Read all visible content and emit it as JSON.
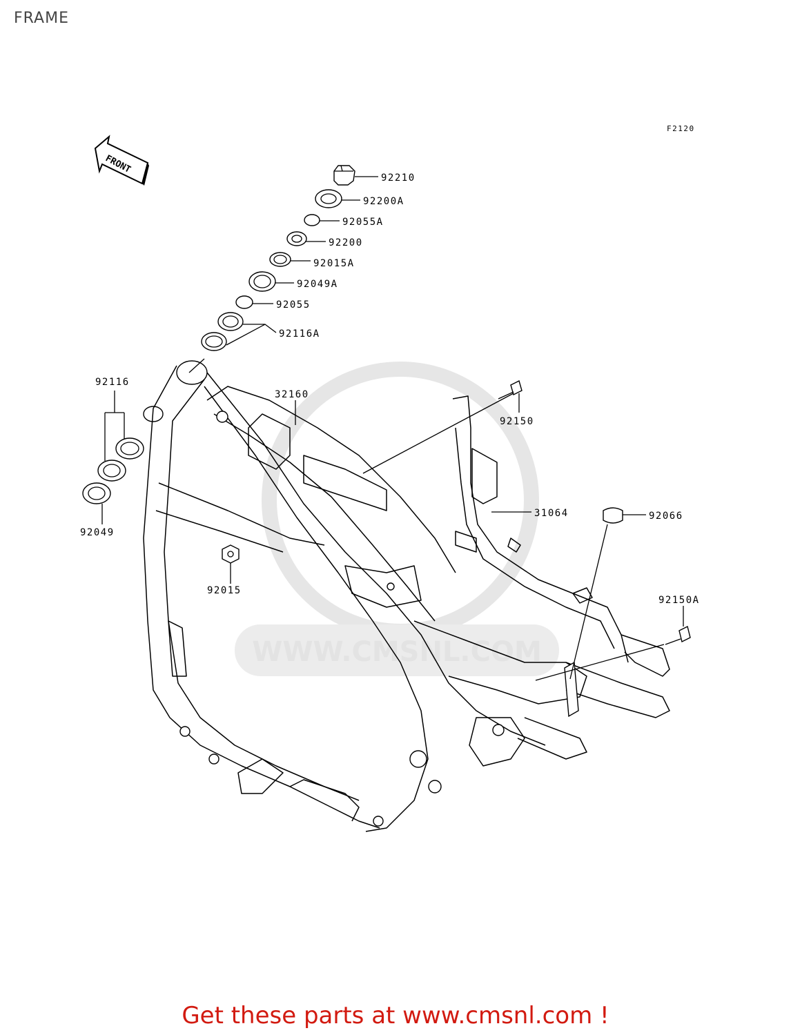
{
  "page": {
    "title": "FRAME"
  },
  "diagram": {
    "ref_code": "F2120",
    "front_label": "FRONT",
    "watermark_url": "WWW.CMSNL.COM",
    "part_labels": {
      "p92210": "92210",
      "p92200A": "92200A",
      "p92055A": "92055A",
      "p92200": "92200",
      "p92015A": "92015A",
      "p92049A": "92049A",
      "p92055": "92055",
      "p92116A": "92116A",
      "p92116": "92116",
      "p92049": "92049",
      "p32160": "32160",
      "p92150": "92150",
      "p31064": "31064",
      "p92066": "92066",
      "p92015": "92015",
      "p92150A": "92150A"
    }
  },
  "footer": {
    "cta": "Get these parts at www.cmsnl.com !"
  },
  "colors": {
    "cta": "#d21a10",
    "watermark": "#e3e3e3",
    "line": "#000000"
  }
}
